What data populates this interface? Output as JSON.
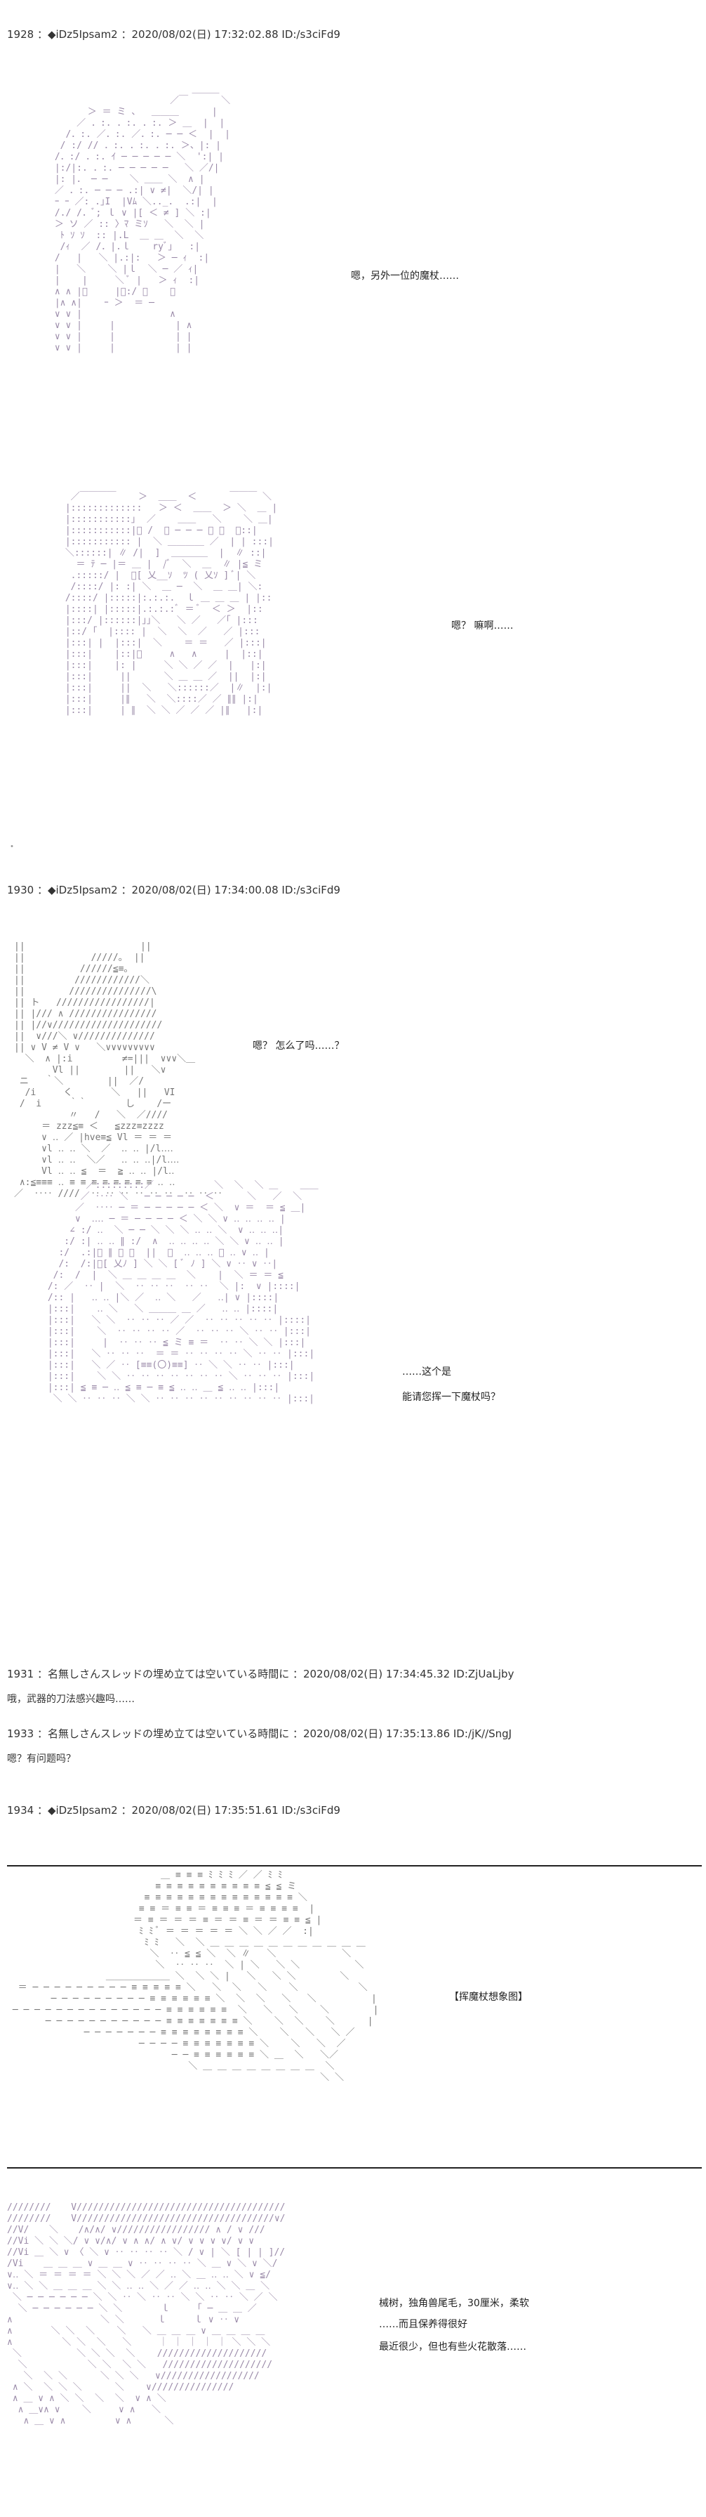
{
  "posts": [
    {
      "header": "1928 ：◆iDz5Ipsam2 ：2020/08/02(日) 17:32:02.88 ID:/s3ciFd9"
    },
    {
      "header": "1930 ：◆iDz5Ipsam2 ：2020/08/02(日) 17:34:00.08 ID:/s3ciFd9"
    },
    {
      "header": "1931 ：名無しさんスレッドの埋め立ては空いている時間に ：2020/08/02(日) 17:34:45.32 ID:ZjUaLjby",
      "body": "哦，武器的刀法感兴趣吗……"
    },
    {
      "header": "1933 ：名無しさんスレッドの埋め立ては空いている時間に ：2020/08/02(日) 17:35:13.86 ID:/jK//SngJ",
      "body": "嗯？有问题吗？"
    },
    {
      "header": "1934 ：◆iDz5Ipsam2 ：2020/08/02(日) 17:35:51.61 ID:/s3ciFd9"
    }
  ],
  "dialogue": {
    "d1": "嗯，另外一位的魔杖……",
    "d2": "嗯？  嘛啊……",
    "d3": "嗯？  怎么了吗……？",
    "d4": "……这个是",
    "d5": "能请您挥一下魔杖吗？",
    "d6": "【挥魔杖想象图】",
    "d7": "械树，独角兽尾毛，30厘米，柔软",
    "d8": "……而且保养得很好",
    "d9": "最近很少，但也有些火花散落……"
  },
  "misc": {
    "dot": "・"
  }
}
